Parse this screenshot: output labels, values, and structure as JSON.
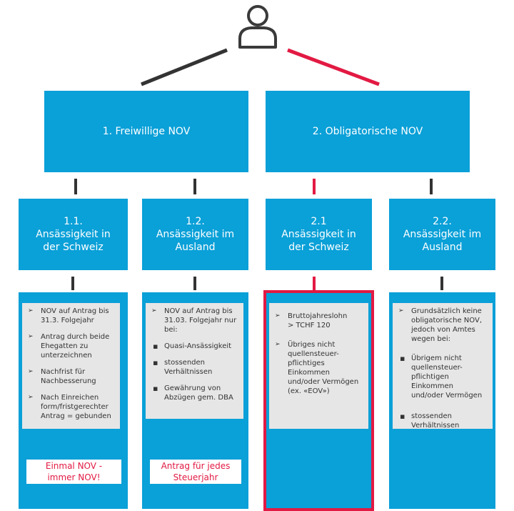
{
  "colors": {
    "box": "#0aa0d8",
    "card": "#e6e6e6",
    "red": "#e21a43",
    "dark": "#333333"
  },
  "icon": "user-icon",
  "boxes": {
    "nov1": "1. Freiwillige NOV",
    "nov2": "2. Obligatorische NOV"
  },
  "subs": {
    "s11": {
      "num": "1.1.",
      "line1": "Ansässigkeit in",
      "line2": "der Schweiz"
    },
    "s12": {
      "num": "1.2.",
      "line1": "Ansässigkeit im",
      "line2": "Ausland"
    },
    "s21": {
      "num": "2.1",
      "line1": "Ansässigkeit in",
      "line2": "der Schweiz"
    },
    "s22": {
      "num": "2.2.",
      "line1": "Ansässigkeit im",
      "line2": "Ausland"
    }
  },
  "cards": {
    "c11": {
      "b1": [
        "NOV auf Antrag bis",
        "31.3. Folgejahr"
      ],
      "b2": [
        "Antrag durch beide",
        "Ehegatten zu",
        "unterzeichnen"
      ],
      "b3": [
        "Nachfrist für",
        "Nachbesserung"
      ],
      "b4": [
        "Nach Einreichen",
        "form/fristgerechter",
        "Antrag = gebunden"
      ]
    },
    "c12": {
      "b1": [
        "NOV auf Antrag bis",
        "31.03. Folgejahr nur",
        "bei:"
      ],
      "b2": [
        "Quasi-Ansässigkeit"
      ],
      "b3": [
        "stossenden",
        "Verhältnissen"
      ],
      "b4": [
        "Gewährung von",
        "Abzügen gem. DBA"
      ]
    },
    "c21": {
      "b1": [
        "Bruttojahreslohn",
        "> TCHF 120"
      ],
      "b2": [
        "Übriges nicht",
        "quellensteuer-",
        "pflichtiges",
        "Einkommen",
        "und/oder Vermögen",
        "(ex. «EOV»)"
      ]
    },
    "c22": {
      "b1": [
        "Grundsätzlich keine",
        "obligatorische NOV,",
        "jedoch von Amtes",
        "wegen bei:"
      ],
      "b2": [
        "Übrigem nicht",
        "quellensteuer-",
        "pflichtigen",
        "Einkommen",
        "und/oder Vermögen"
      ],
      "b3": [
        "stossenden",
        "Verhältnissen"
      ]
    }
  },
  "notes": {
    "n11": [
      "Einmal NOV -",
      "immer NOV!"
    ],
    "n12": [
      "Antrag für jedes",
      "Steuerjahr"
    ]
  }
}
